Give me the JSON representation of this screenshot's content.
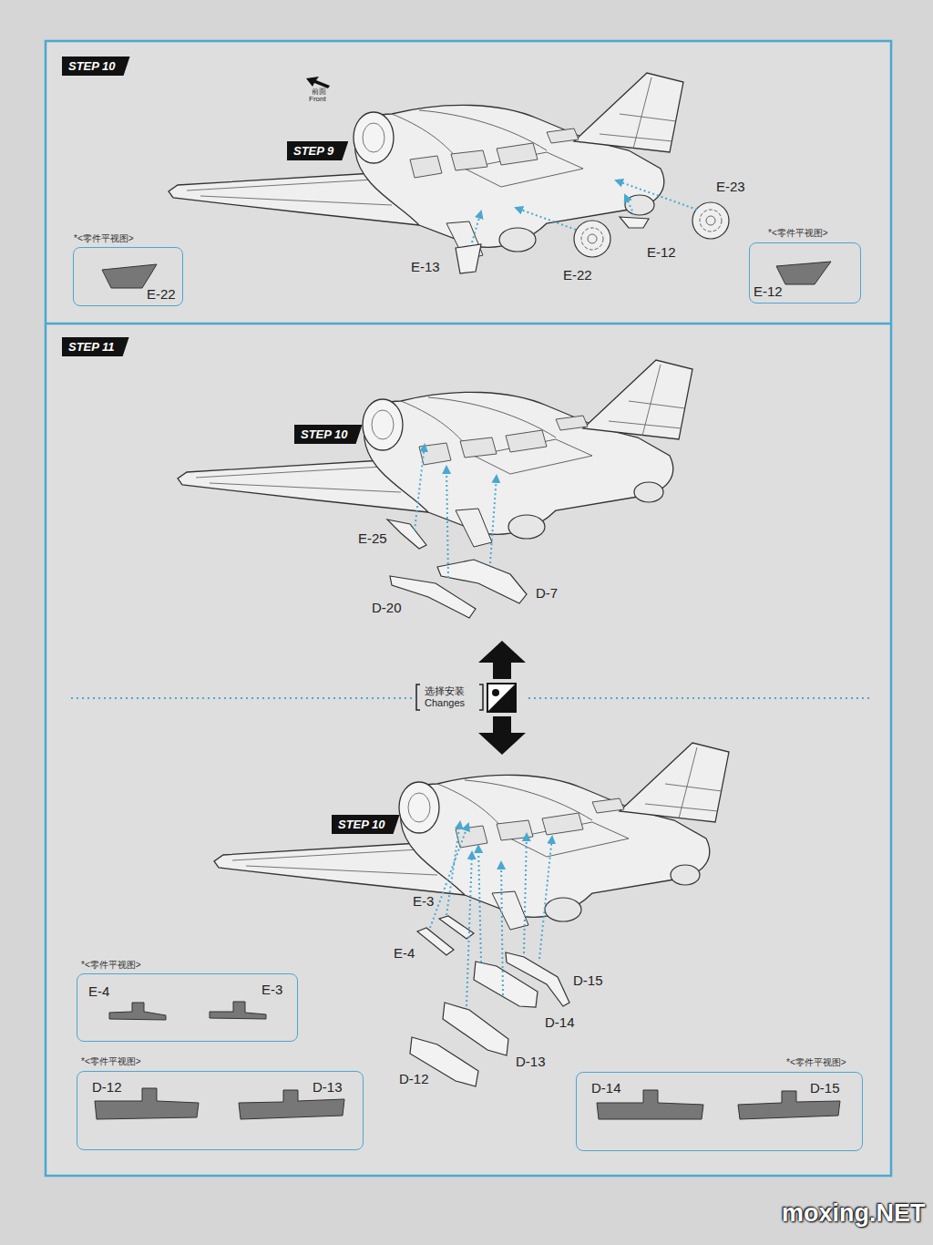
{
  "diagram": {
    "nodes": [
      {
        "text": [
          "STEP 10"
        ]
      },
      {
        "text": [
          "STEP 9"
        ]
      },
      {
        "text": [
          "*<零件平视图>",
          "E-22"
        ]
      },
      {
        "text": [
          "*<零件平视图>",
          "E-12"
        ]
      },
      {
        "text": [
          "STEP 11"
        ]
      },
      {
        "text": [
          "STEP 10"
        ]
      },
      {
        "text": [
          "STEP 10"
        ]
      },
      {
        "text": [
          "*<零件平视图>",
          "E-4",
          "E-3"
        ]
      },
      {
        "text": [
          "*<零件平视图>",
          "D-12",
          "D-13"
        ]
      },
      {
        "text": [
          "*<零件平视图>",
          "D-14",
          "D-15"
        ]
      }
    ],
    "labels": [
      "前面",
      "Front",
      "E-23",
      "E-13",
      "E-22",
      "E-12",
      "E-25",
      "D-20",
      "D-7",
      "选择安装",
      "Changes",
      "E-3",
      "E-4",
      "D-15",
      "D-14",
      "D-13",
      "D-12",
      "moxing.NET"
    ]
  }
}
